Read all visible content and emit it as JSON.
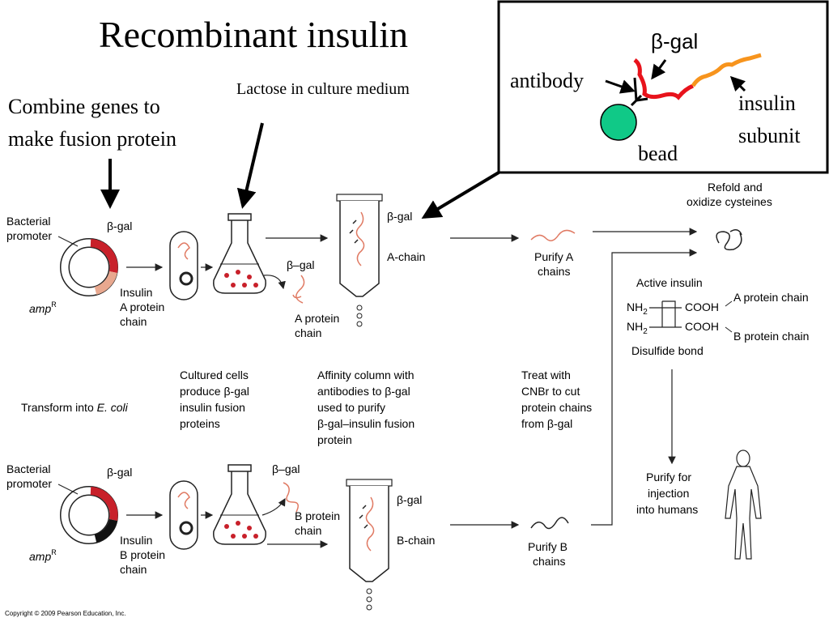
{
  "title": "Recombinant insulin",
  "inset": {
    "beta_gal": "β-gal",
    "antibody": "antibody",
    "insulin_subunit_1": "insulin",
    "insulin_subunit_2": "subunit",
    "bead": "bead"
  },
  "callouts": {
    "combine_1": "Combine genes to",
    "combine_2": "make fusion protein",
    "lactose": "Lactose in culture medium"
  },
  "plasmid_a": {
    "promoter_1": "Bacterial",
    "promoter_2": "promoter",
    "beta_gal": "β-gal",
    "insulin_1": "Insulin",
    "insulin_2": "A protein",
    "insulin_3": "chain",
    "amp": "amp",
    "amp_sup": "R"
  },
  "plasmid_b": {
    "promoter_1": "Bacterial",
    "promoter_2": "promoter",
    "beta_gal": "β-gal",
    "insulin_1": "Insulin",
    "insulin_2": "B protein",
    "insulin_3": "chain",
    "amp": "amp",
    "amp_sup": "R"
  },
  "flask_a": {
    "beta_gal": "β–gal",
    "chain_1": "A protein",
    "chain_2": "chain"
  },
  "flask_b": {
    "beta_gal": "β–gal",
    "chain_1": "B protein",
    "chain_2": "chain"
  },
  "column_a": {
    "beta_gal": "β-gal",
    "chain": "A-chain"
  },
  "column_b": {
    "beta_gal": "β-gal",
    "chain": "B-chain"
  },
  "purify_a": [
    "Purify A",
    "chains"
  ],
  "purify_b": [
    "Purify B",
    "chains"
  ],
  "refold": [
    "Refold and",
    "oxidize cysteines"
  ],
  "active_insulin": {
    "title": "Active insulin",
    "nh2": "NH",
    "sub2": "2",
    "cooh": "COOH",
    "a_chain": "A protein chain",
    "b_chain": "B protein chain",
    "disulfide": "Disulfide bond"
  },
  "steps": {
    "transform": [
      "Transform into ",
      "E. coli"
    ],
    "cultured": [
      "Cultured cells",
      "produce β-gal",
      "insulin fusion",
      "proteins"
    ],
    "affinity": [
      "Affinity column with",
      "antibodies to β-gal",
      "used to purify",
      "β-gal–insulin fusion",
      "protein"
    ],
    "cnbr": [
      "Treat with",
      "CNBr to cut",
      "protein chains",
      "from β-gal"
    ],
    "inject": [
      "Purify for",
      "injection",
      "into humans"
    ]
  },
  "copyright": "Copyright © 2009 Pearson Education, Inc.",
  "colors": {
    "red": "#e8131c",
    "orange": "#f7941d",
    "bead": "#10c987",
    "plasmid_red": "#c8202a",
    "plasmid_pink": "#e8a88f",
    "protein_pink": "#e07a63"
  }
}
